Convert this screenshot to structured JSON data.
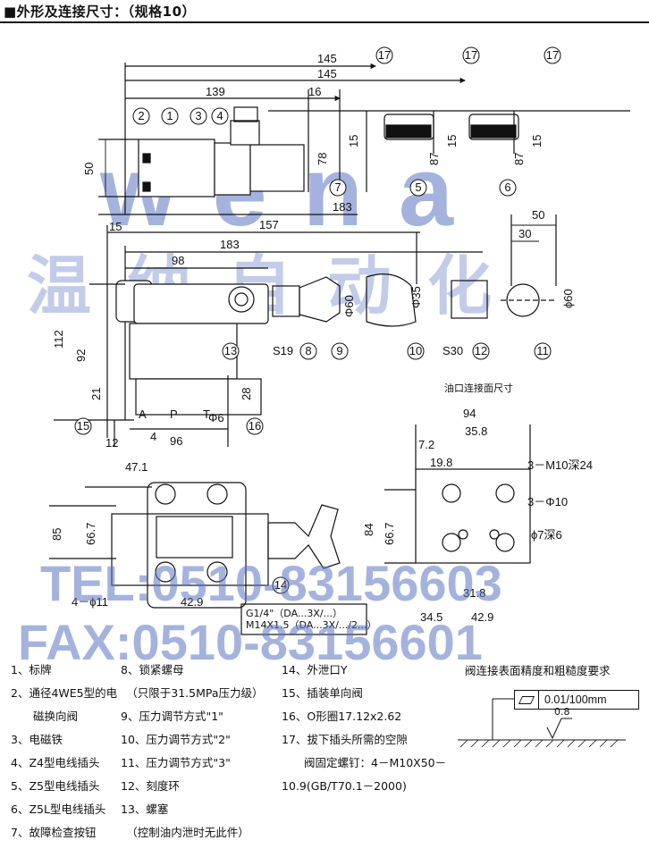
{
  "page": {
    "title": "■外形及连接尺寸：（规格10）",
    "port_face_title": "油口连接面尺寸",
    "roughness_title": "阀连接表面精度和粗糙度要求",
    "flatness": "0.01/100mm",
    "roughness_value": "0.8"
  },
  "watermarks": {
    "logo": "wena",
    "company": "温纳自动化",
    "tel": "TEL:0510-83156603",
    "fax": "FAX:0510-83156601"
  },
  "dimensions": {
    "d145a": "145",
    "d145b": "145",
    "d139": "139",
    "d16": "16",
    "d15a": "15",
    "d15b": "15",
    "d15c": "15",
    "d78": "78",
    "d87a": "87",
    "d87b": "87",
    "d50": "50",
    "d183a": "183",
    "d50b": "50",
    "d15d": "15",
    "d157": "157",
    "d183b": "183",
    "d98": "98",
    "d30": "30",
    "d60a": "Φ60",
    "d35": "Φ35",
    "d60b": "ϕ60",
    "d112": "112",
    "d92": "92",
    "d21": "21",
    "d28": "28",
    "d4": "4",
    "d96": "96",
    "d12": "12",
    "d6": "Φ6",
    "s19": "S19",
    "s30": "S30",
    "d471": "47.1",
    "d85": "85",
    "d667a": "66.7",
    "d11": "4－ϕ11",
    "d429a": "42.9",
    "thread1": "G1/4\"（DA...3X/...）",
    "thread2": "M14X1.5（DA...3X/.../2...）",
    "d94": "94",
    "d358": "35.8",
    "d72": "7.2",
    "d198": "19.8",
    "m10": "3－M10深24",
    "phi10": "3－Φ10",
    "phi7": "ϕ7深6",
    "d84": "84",
    "d667b": "66.7",
    "d318": "31.8",
    "d345": "34.5",
    "d429b": "42.9",
    "portA": "A",
    "portP": "P",
    "portT": "T"
  },
  "callouts": [
    "1",
    "2",
    "3",
    "4",
    "5",
    "6",
    "7",
    "8",
    "9",
    "10",
    "11",
    "12",
    "13",
    "14",
    "15",
    "16",
    "17"
  ],
  "legend_col1": [
    "1、标牌",
    "2、通径4WE5型的电",
    "　　磁换向阀",
    "3、电磁铁",
    "4、Z4型电线插头",
    "5、Z5型电线插头",
    "6、Z5L型电线插头",
    "7、故障检查按钮"
  ],
  "legend_col2": [
    "8、锁紧螺母",
    "　（只限于31.5MPa压力级）",
    "9、压力调节方式\"1\"",
    "10、压力调节方式\"2\"",
    "11、压力调节方式\"3\"",
    "12、刻度环",
    "13、螺塞",
    "　（控制油内泄时无此件）"
  ],
  "legend_col3": [
    "14、外泄口Y",
    "15、插装单向阀",
    "16、O形圈17.12x2.62",
    "17、拔下插头所需的空隙",
    "　　阀固定螺钉：4－M10X50－",
    "10.9(GB/T70.1－2000)"
  ]
}
